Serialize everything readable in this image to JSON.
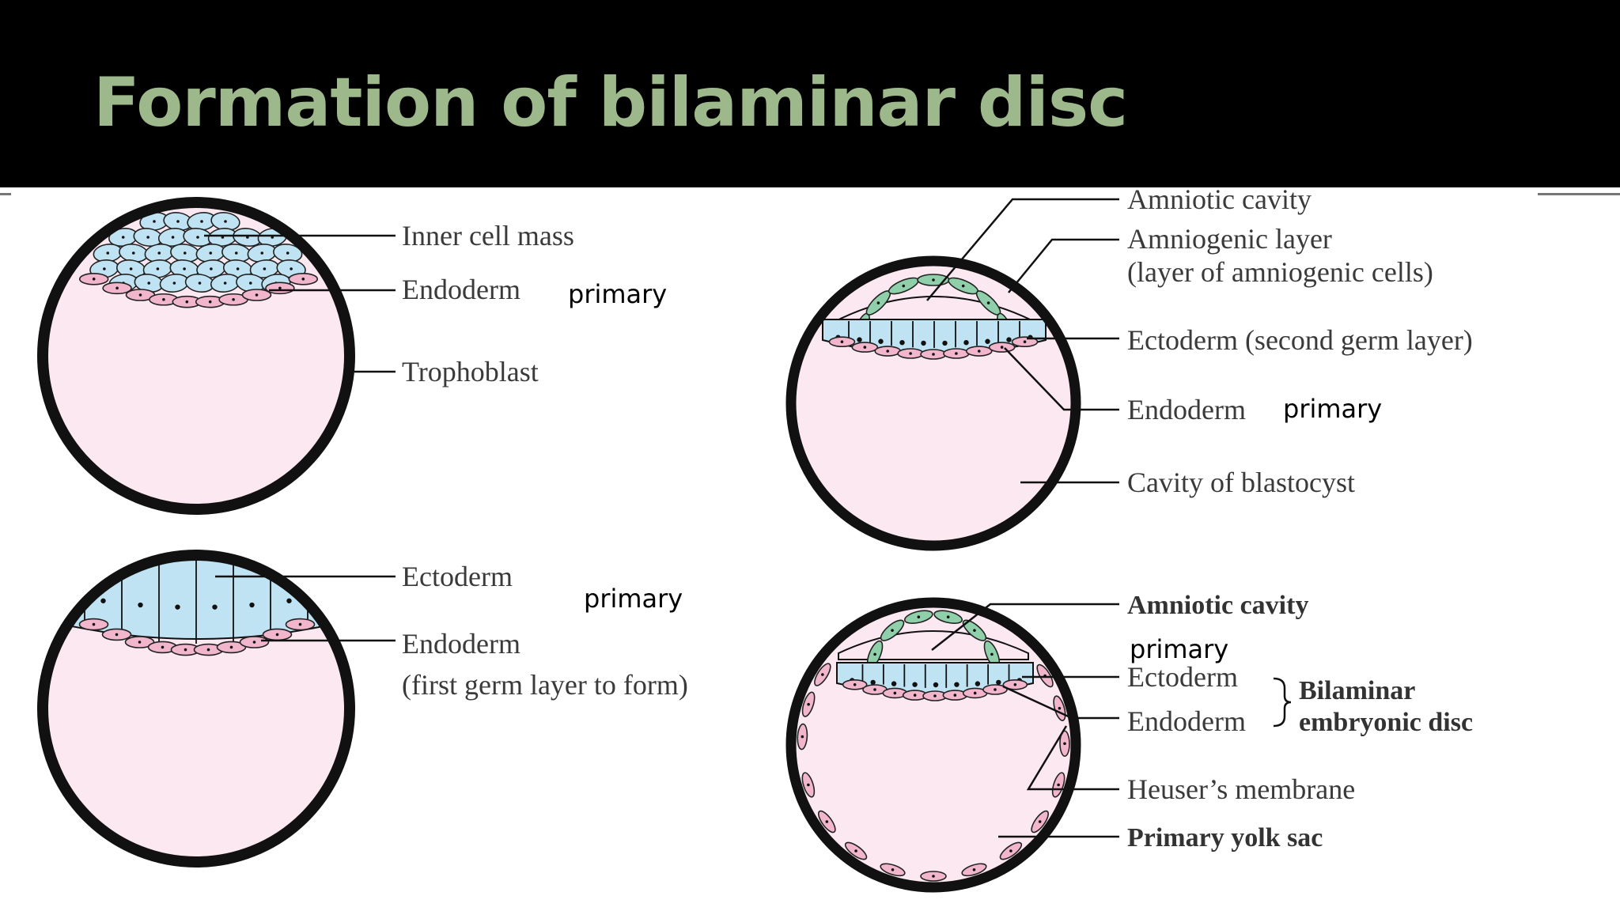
{
  "slide": {
    "title": "Formation of bilaminar disc"
  },
  "colors": {
    "background": "#ffffff",
    "title_bar": "#000000",
    "title_text": "#9db88a",
    "cavity_fill": "#fce8f1",
    "ectoderm_fill": "#bfe3f2",
    "endoderm_fill": "#f2b6cc",
    "amniogenic_fill": "#8fcfa9",
    "outline": "#111111"
  },
  "diagrams": {
    "d1": {
      "labels": [
        "Inner cell mass",
        "Endoderm",
        "Trophoblast"
      ],
      "note": "primary"
    },
    "d2": {
      "labels": [
        "Ectoderm",
        "Endoderm",
        "(first germ layer to form)"
      ],
      "note": "primary"
    },
    "d3": {
      "labels": [
        "Amniotic cavity",
        "Amniogenic layer",
        "(layer of amniogenic cells)",
        "Ectoderm (second germ layer)",
        "Endoderm",
        "Cavity of blastocyst"
      ],
      "note": "primary"
    },
    "d4": {
      "labels": [
        "Amniotic cavity",
        "Ectoderm",
        "Endoderm",
        "Heuser’s membrane",
        "Primary yolk sac"
      ],
      "bracket_label": [
        "Bilaminar",
        "embryonic disc"
      ],
      "note": "primary"
    }
  }
}
